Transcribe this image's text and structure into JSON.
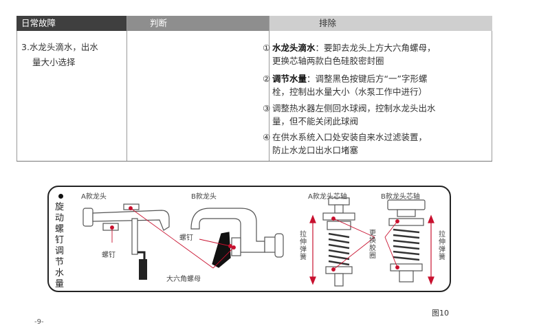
{
  "table": {
    "headers": [
      "日常故障",
      "判断",
      "排除"
    ],
    "issue": {
      "line1": "3.水龙头滴水，出水",
      "line2": "量大小选择"
    },
    "solutions": [
      {
        "num": "①",
        "bold": "水龙头滴水",
        "rest": "：要卸去龙头上方大六角螺母，",
        "cont": "更换芯轴两款白色硅胶密封圈"
      },
      {
        "num": "②",
        "bold": "调节水量",
        "rest": "：调整黑色按键后方“一”字形螺",
        "cont": "栓，控制出水量大小（水泵工作中进行）"
      },
      {
        "num": "③",
        "bold": "",
        "rest": "调整热水器左侧回水球阀，控制水龙头出水",
        "cont": "量，但不能关闭此球阀"
      },
      {
        "num": "④",
        "bold": "",
        "rest": "在供水系统入口处安装自来水过滤装置，",
        "cont": "防止水龙口出水口堵塞"
      }
    ]
  },
  "figure": {
    "vertical_title": "旋动螺钉调节水量",
    "faucet_a_label": "A款龙头",
    "faucet_b_label": "B款龙头",
    "screw_label_a": "螺钉",
    "screw_label_b": "螺钉",
    "nut_label": "大六角螺母",
    "core_a_label": "A款龙头芯轴",
    "core_b_label": "B款龙头芯轴",
    "spring_label_left": "拉伸弹簧",
    "spring_label_right": "拉伸弹簧",
    "gasket_label": "更换胶圈",
    "caption": "图10",
    "colors": {
      "pointer": "#c8102e",
      "outline": "#555555"
    }
  },
  "page_number": "-9-"
}
